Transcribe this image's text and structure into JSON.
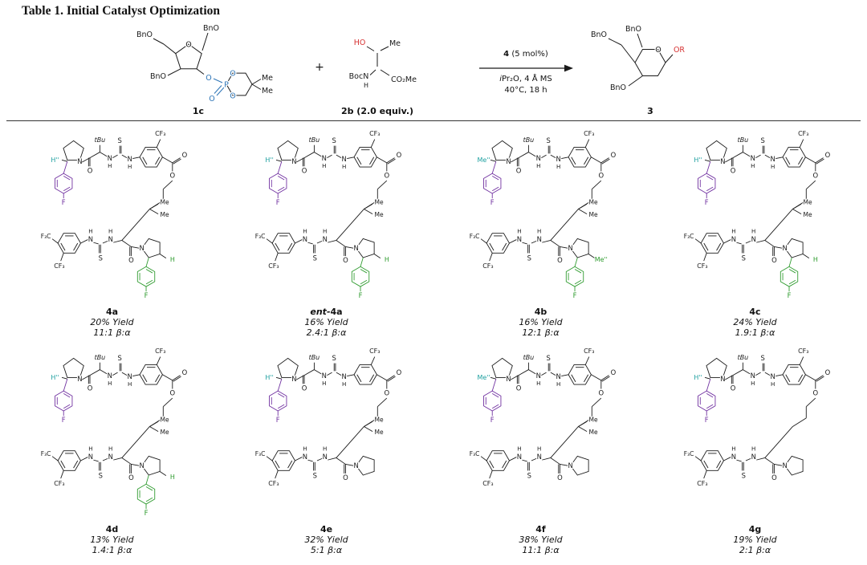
{
  "title": "Table 1. Initial Catalyst Optimization",
  "colors": {
    "black": "#1a1a1a",
    "red": "#d63333",
    "blue": "#2e75b6",
    "purple": "#7030a0",
    "green": "#2e9b2e",
    "teal": "#1ea0a0"
  },
  "atoms": {
    "O": "O",
    "N": "N",
    "H": "H",
    "S": "S",
    "P": "P",
    "F": "F",
    "Me": "Me",
    "tBu": "tBu",
    "CF3": "CF₃",
    "F3C": "F₃C",
    "BnO": "BnO",
    "HO": "HO",
    "OR": "OR",
    "BocN": "BocN",
    "CO2Me": "CO₂Me",
    "plus": "+"
  },
  "scheme": {
    "reactant1_label": "1c",
    "reactant2_label_bold": "2b",
    "reactant2_label_rest": " (2.0 equiv.)",
    "product_label": "3",
    "cond_top_bold": "4",
    "cond_top_rest": " (5 mol%)",
    "cond_mid_italic": "i",
    "cond_mid_rest": "Pr₂O, 4 Å MS",
    "cond_bottom": "40°C, 18 h"
  },
  "catalysts": [
    {
      "id": "4a",
      "id_prefix": "",
      "yield": "20% Yield",
      "ratio": "11:1 β:α",
      "top_stereo": "H''",
      "bottom": "aryl",
      "bottom_stereo": "H",
      "gem": true
    },
    {
      "id": "4a",
      "id_prefix": "ent-",
      "yield": "16% Yield",
      "ratio": "2.4:1 β:α",
      "top_stereo": "H''",
      "bottom": "aryl",
      "bottom_stereo": "H",
      "gem": true
    },
    {
      "id": "4b",
      "id_prefix": "",
      "yield": "16% Yield",
      "ratio": "12:1 β:α",
      "top_stereo": "Me''",
      "bottom": "aryl",
      "bottom_stereo": "Me''",
      "gem": true
    },
    {
      "id": "4c",
      "id_prefix": "",
      "yield": "24% Yield",
      "ratio": "1.9:1 β:α",
      "top_stereo": "H''",
      "bottom": "aryl",
      "bottom_stereo": "H",
      "gem": true
    },
    {
      "id": "4d",
      "id_prefix": "",
      "yield": "13% Yield",
      "ratio": "1.4:1 β:α",
      "top_stereo": "H''",
      "bottom": "aryl",
      "bottom_stereo": "H",
      "gem": true
    },
    {
      "id": "4e",
      "id_prefix": "",
      "yield": "32% Yield",
      "ratio": "5:1 β:α",
      "top_stereo": "H''",
      "bottom": "amide",
      "bottom_stereo": "",
      "gem": true
    },
    {
      "id": "4f",
      "id_prefix": "",
      "yield": "38% Yield",
      "ratio": "11:1 β:α",
      "top_stereo": "Me''",
      "bottom": "amide",
      "bottom_stereo": "",
      "gem": true
    },
    {
      "id": "4g",
      "id_prefix": "",
      "yield": "19% Yield",
      "ratio": "2:1 β:α",
      "top_stereo": "H''",
      "bottom": "amide",
      "bottom_stereo": "",
      "gem": false
    }
  ]
}
